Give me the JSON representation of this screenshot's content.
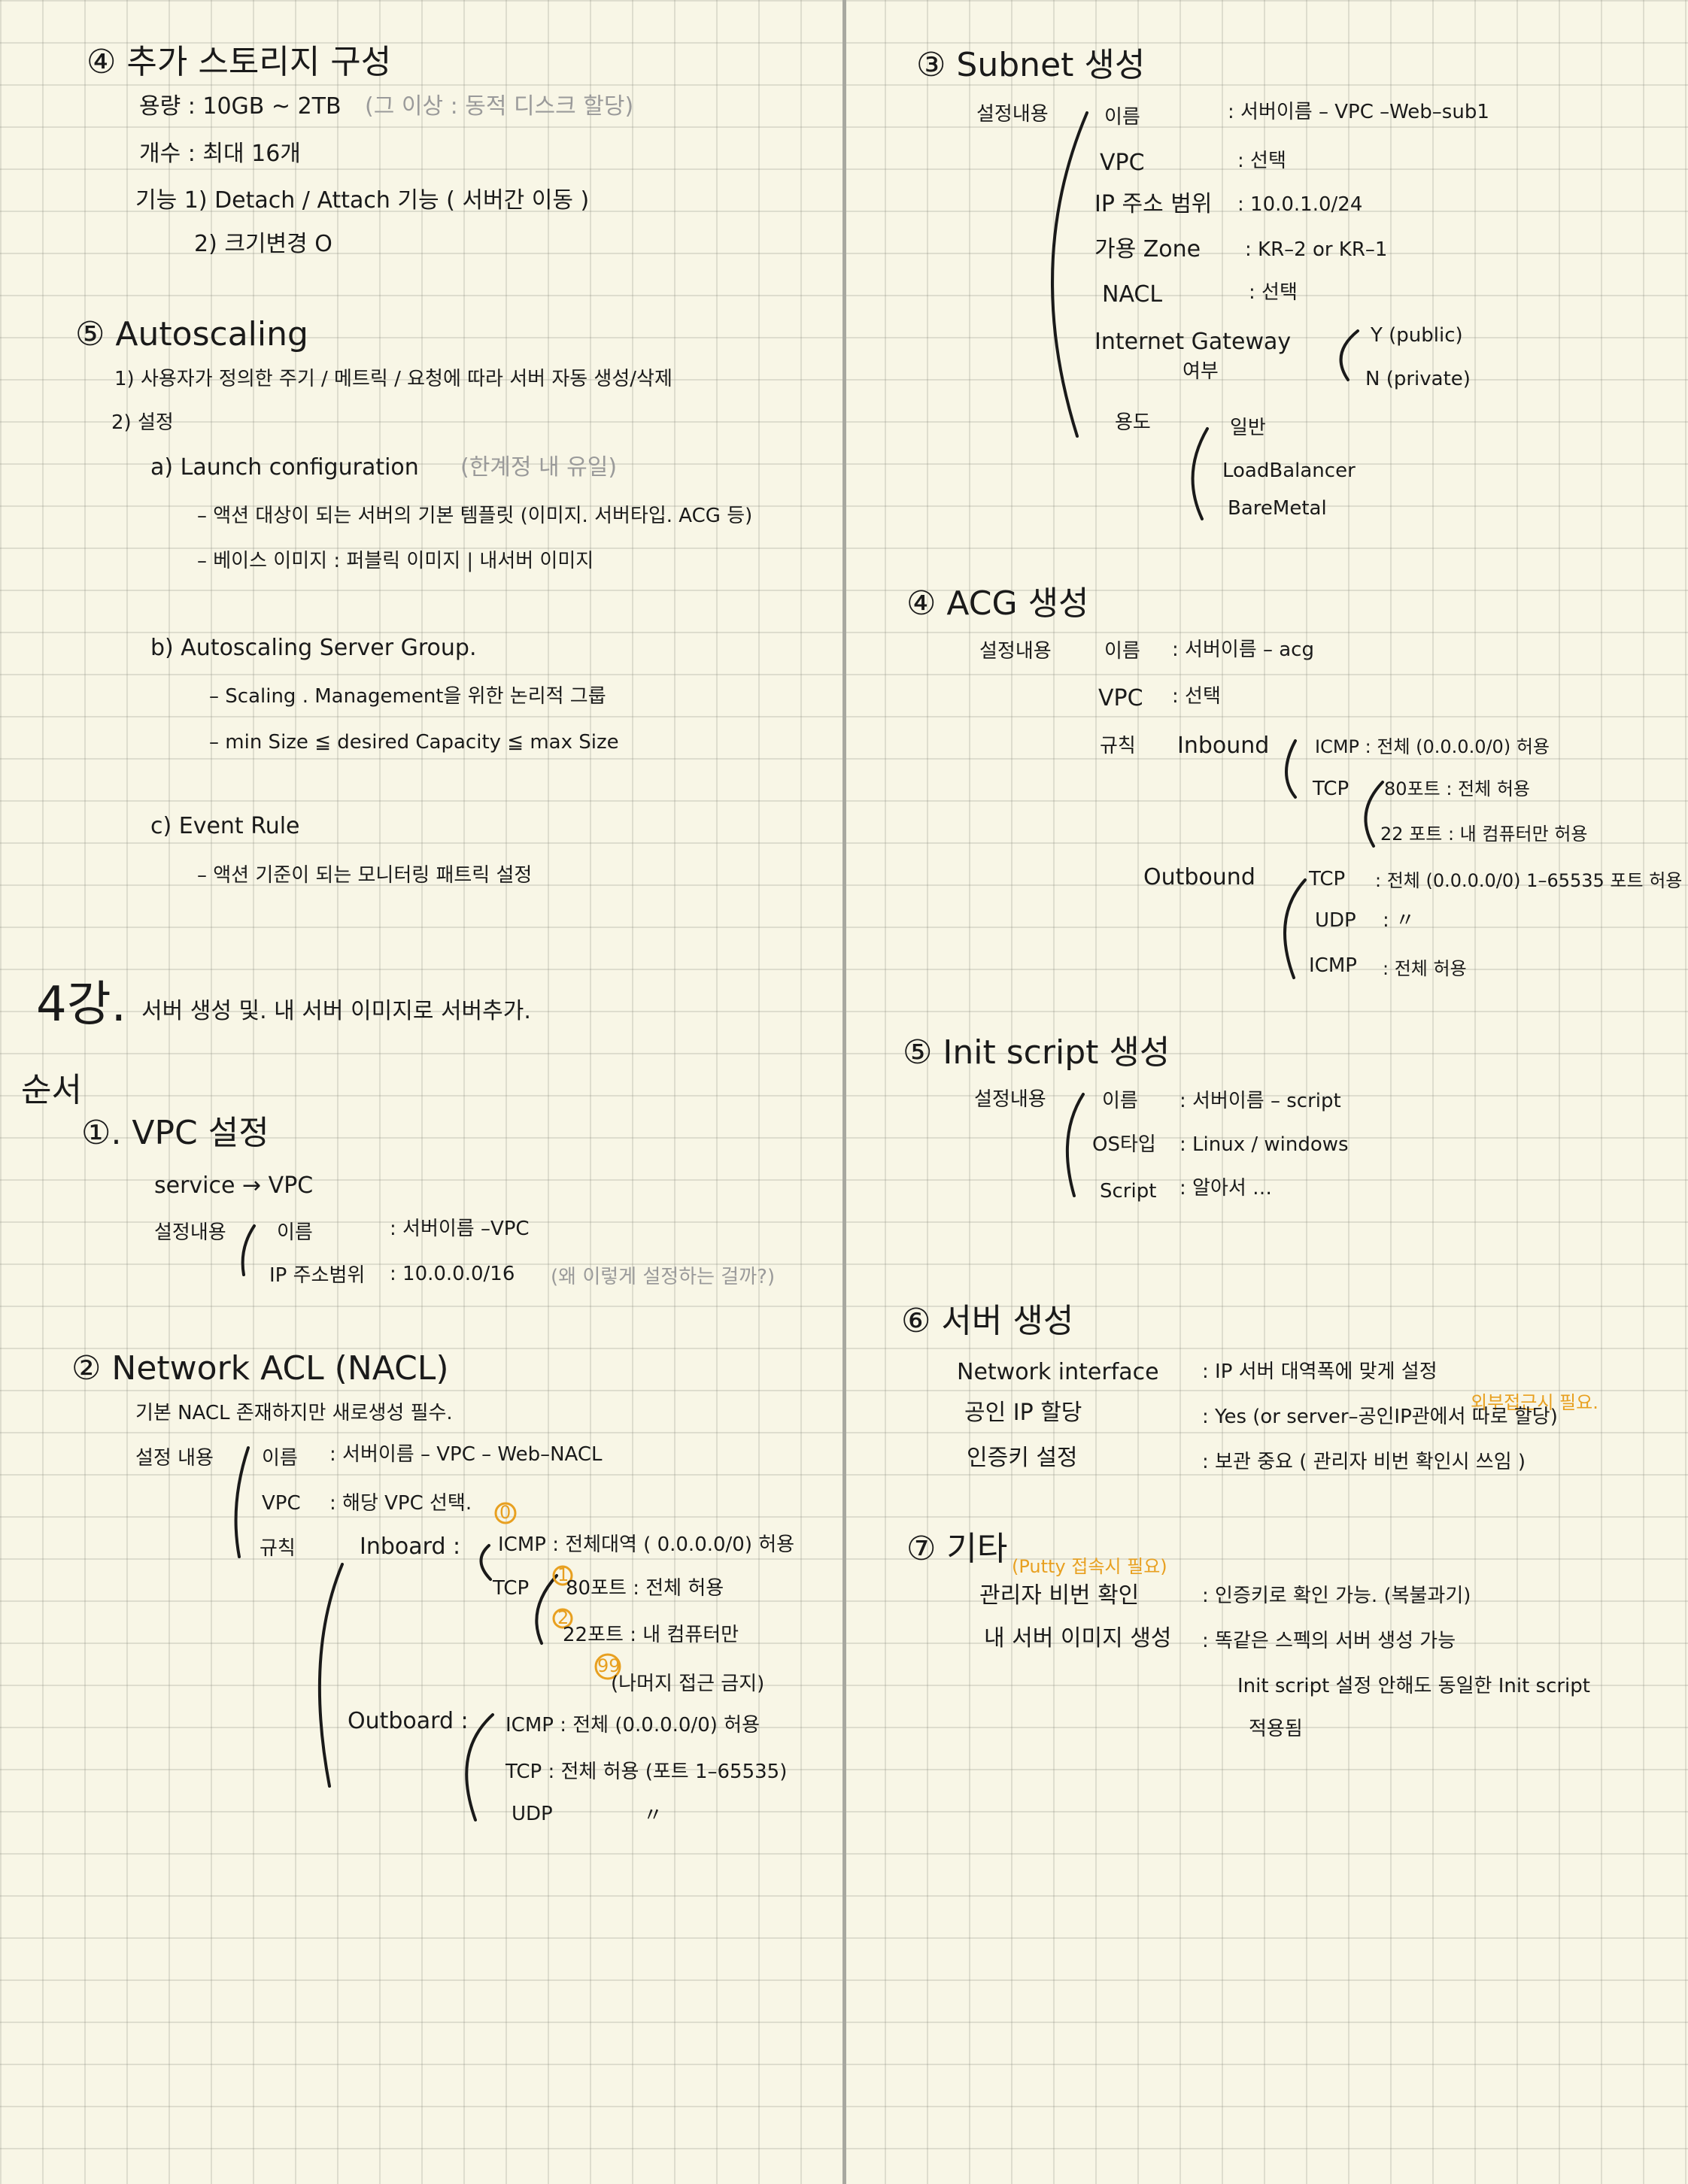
{
  "left": {
    "s4_title": "④ 추가 스토리지 구성",
    "s4_capacity_label": "용량 : 10GB ~ 2TB",
    "s4_capacity_note": "(그 이상 : 동적 디스크 할당)",
    "s4_count": "개수 : 최대 16개",
    "s4_func1": "기능  1)  Detach / Attach  기능  ( 서버간 이동 )",
    "s4_func2": "2)  크기변경  O",
    "s5_title": "⑤ Autoscaling",
    "s5_line1": "1) 사용자가 정의한 주기 / 메트릭 / 요청에 따라 서버 자동 생성/삭제",
    "s5_line2": "2) 설정",
    "s5_a_title": "a) Launch  configuration",
    "s5_a_note": "(한계정 내 유일)",
    "s5_a_1": "–  액션 대상이 되는 서버의 기본 템플릿 (이미지. 서버타입. ACG 등)",
    "s5_a_2": "–  베이스 이미지 : 퍼블릭 이미지 | 내서버 이미지",
    "s5_b_title": "b) Autoscaling  Server  Group.",
    "s5_b_1": "–  Scaling .  Management을 위한 논리적 그룹",
    "s5_b_2": "–  min Size  ≦  desired Capacity  ≦  max Size",
    "s5_c_title": "c)  Event  Rule",
    "s5_c_1": "–  액션 기준이 되는 모니터링 패트릭 설정",
    "lecture_num": "4강.",
    "lecture_title": "서버 생성 및. 내 서버 이미지로 서버추가.",
    "order": "순서",
    "vpc_title": "①. VPC 설정",
    "vpc_service": "service  →  VPC",
    "vpc_settings_label": "설정내용",
    "vpc_name_label": "이름",
    "vpc_name_value": ":  서버이름 –VPC",
    "vpc_ip_label": "IP 주소범위",
    "vpc_ip_value": ":  10.0.0.0/16",
    "vpc_ip_note": "(왜 이렇게 설정하는 걸까?)",
    "nacl_title": "② Network  ACL (NACL)",
    "nacl_desc": "기본 NACL 존재하지만 새로생성 필수.",
    "nacl_settings_label": "설정 내용",
    "nacl_name_label": "이름",
    "nacl_name_value": ":  서버이름 – VPC – Web–NACL",
    "nacl_vpc_label": "VPC",
    "nacl_vpc_value": ":  해당 VPC 선택.",
    "nacl_rule_label": "규칙",
    "nacl_inbound": "Inboard :",
    "nacl_in_icmp": "ICMP : 전체대역 ( 0.0.0.0/0) 허용",
    "nacl_in_tcp": "TCP",
    "nacl_in_80": "80포트 : 전체  허용",
    "nacl_in_22": "22포트 : 내 컴퓨터만",
    "nacl_in_rest": "(나머지 접근 금지)",
    "nacl_outbound": "Outboard :",
    "nacl_out_icmp": "ICMP : 전체 (0.0.0.0/0) 허용",
    "nacl_out_tcp": "TCP : 전체 허용 (포트 1–65535)",
    "nacl_out_udp_label": "UDP",
    "nacl_out_udp_value": "〃",
    "mark_0": "0",
    "mark_1": "1",
    "mark_2": "2",
    "mark_99": "99"
  },
  "right": {
    "subnet_title": "③ Subnet 생성",
    "subnet_settings_label": "설정내용",
    "subnet_name_label": "이름",
    "subnet_name_value": ":  서버이름 – VPC –Web–sub1",
    "subnet_vpc_label": "VPC",
    "subnet_vpc_value": ":  선택",
    "subnet_ip_label": "IP 주소 범위",
    "subnet_ip_value": ":  10.0.1.0/24",
    "subnet_zone_label": "가용 Zone",
    "subnet_zone_value": ":  KR–2 or KR–1",
    "subnet_nacl_label": "NACL",
    "subnet_nacl_value": ":  선택",
    "subnet_igw_label": "Internet  Gateway",
    "subnet_igw_label2": "여부",
    "subnet_igw_y": "Y (public)",
    "subnet_igw_n": "N (private)",
    "subnet_use_label": "용도",
    "subnet_use_1": "일반",
    "subnet_use_2": "LoadBalancer",
    "subnet_use_3": "BareMetal",
    "acg_title": "④ ACG 생성",
    "acg_settings_label": "설정내용",
    "acg_name_label": "이름",
    "acg_name_value": ":  서버이름 – acg",
    "acg_vpc_label": "VPC",
    "acg_vpc_value": ":  선택",
    "acg_rule_label": "규칙",
    "acg_inbound": "Inbound",
    "acg_in_icmp": "ICMP : 전체 (0.0.0.0/0) 허용",
    "acg_in_tcp": "TCP",
    "acg_in_80": "80포트 : 전체  허용",
    "acg_in_22": "22 포트 : 내 컴퓨터만 허용",
    "acg_outbound": "Outbound",
    "acg_out_tcp_label": "TCP",
    "acg_out_tcp_value": ": 전체 (0.0.0.0/0) 1–65535 포트 허용",
    "acg_out_udp_label": "UDP",
    "acg_out_udp_value": ":   〃",
    "acg_out_icmp_label": "ICMP",
    "acg_out_icmp_value": ": 전체 허용",
    "init_title": "⑤ Init script 생성",
    "init_settings_label": "설정내용",
    "init_name_label": "이름",
    "init_name_value": ":  서버이름 – script",
    "init_os_label": "OS타입",
    "init_os_value": ":  Linux  /  windows",
    "init_script_label": "Script",
    "init_script_value": ":  알아서 …",
    "server_title": "⑥ 서버 생성",
    "server_ni_label": "Network interface",
    "server_ni_value": ":  IP 서버 대역폭에 맞게 설정",
    "server_ext_note": "외부접근시 필요.",
    "server_pip_label": "공인 IP 할당",
    "server_pip_value": ":  Yes  (or  server–공인IP관에서 따로 할당)",
    "server_auth_label": "인증키 설정",
    "server_auth_value": ":  보관 중요 ( 관리자 비번 확인시 쓰임 )",
    "etc_title": "⑦ 기타",
    "etc_note": "(Putty 접속시 필요)",
    "etc_pw_label": "관리자 비번 확인",
    "etc_pw_value": ":  인증키로 확인 가능. (복불과기)",
    "etc_img_label": "내 서버 이미지 생성",
    "etc_img_value": ":  똑같은 스펙의 서버 생성 가능",
    "etc_img_value2": "Init script 설정 안해도 동일한 Init script",
    "etc_img_value3": "적용됨"
  }
}
